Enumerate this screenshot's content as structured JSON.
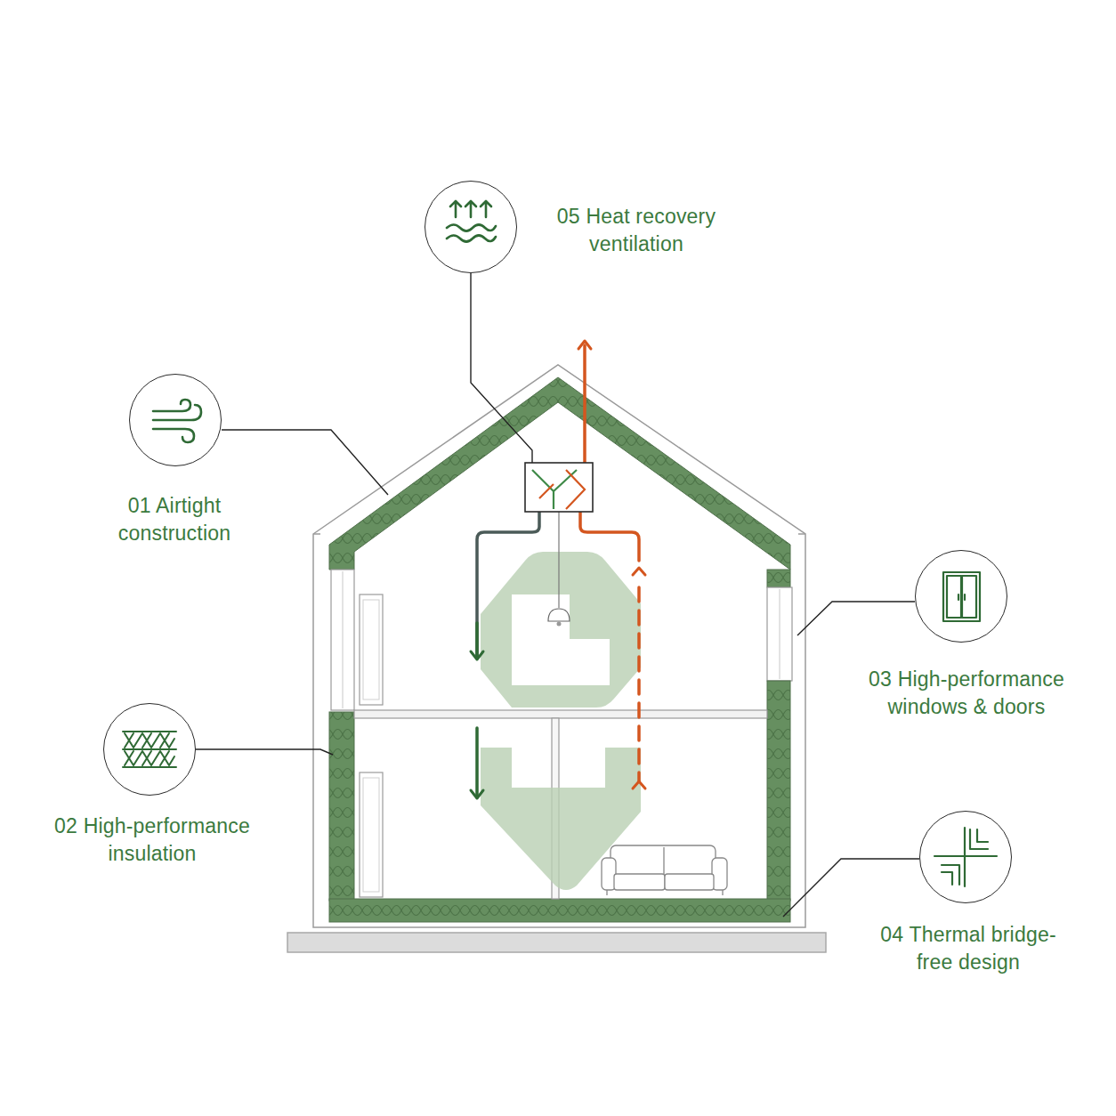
{
  "diagram": {
    "nodes": [
      {
        "text": [
          "05 Heat recovery ventilation"
        ]
      },
      {
        "text": [
          "01 Airtight construction"
        ]
      },
      {
        "text": [
          "03 High-performance windows & doors"
        ]
      },
      {
        "text": [
          "02 High-performance insulation"
        ]
      },
      {
        "text": [
          "04 Thermal bridge-free design"
        ]
      }
    ]
  }
}
